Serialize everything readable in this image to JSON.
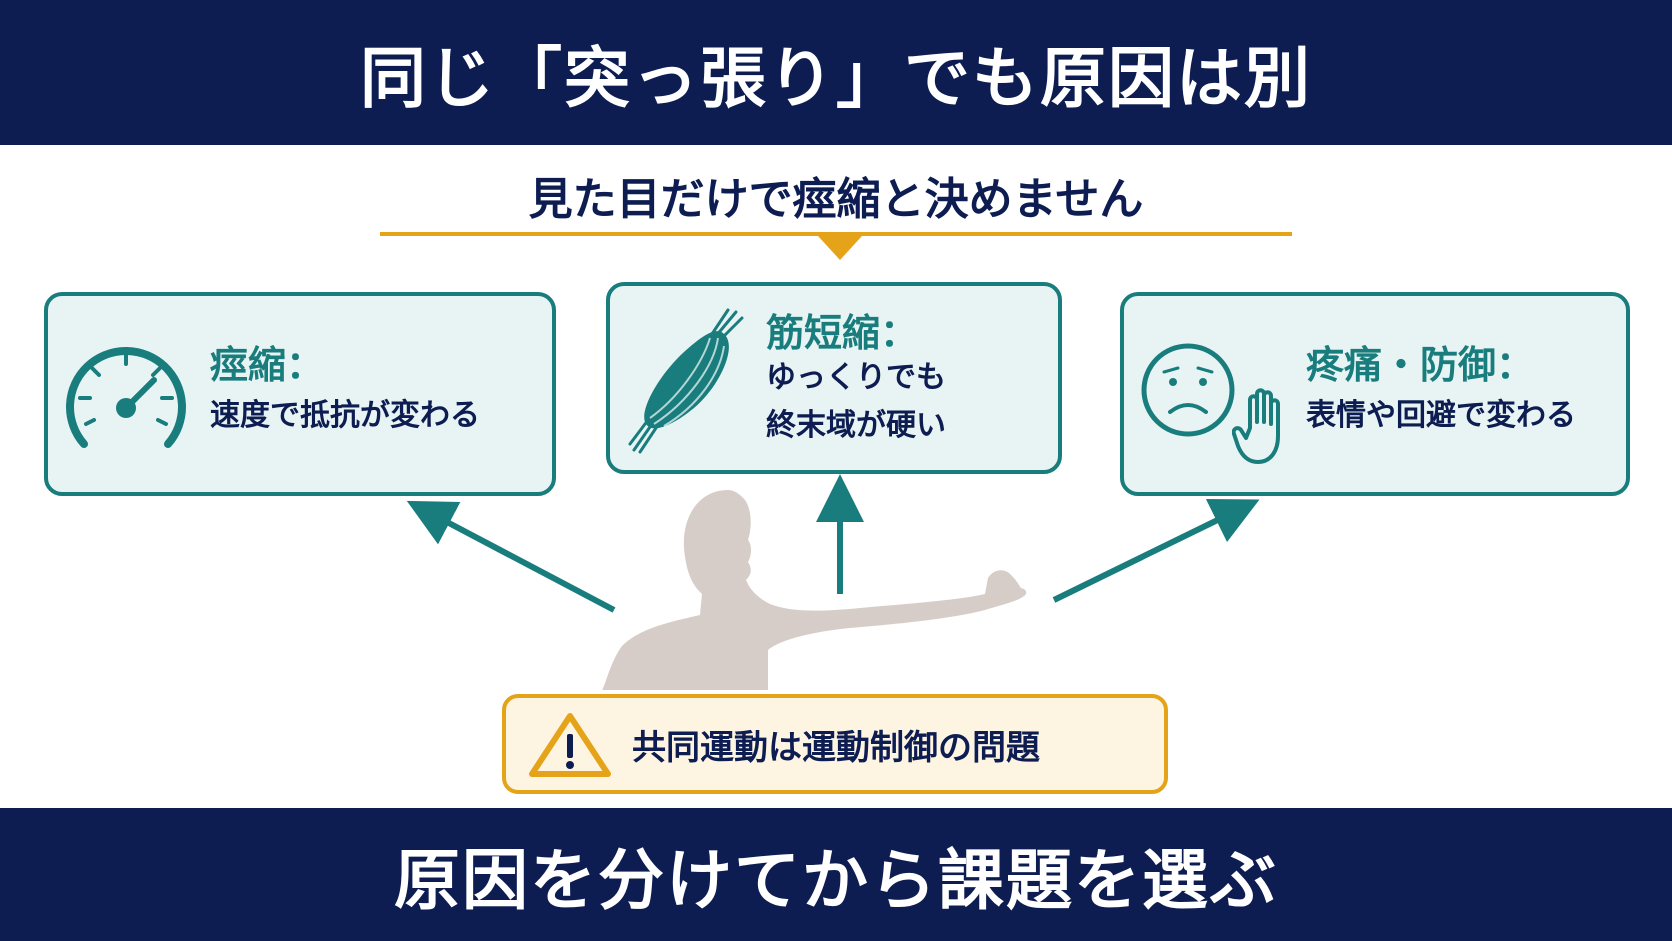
{
  "header": {
    "title": "同じ「突っ張り」でも原因は別"
  },
  "subtitle": {
    "text": "見た目だけで痙縮と決めません"
  },
  "cards": [
    {
      "title": "痙縮：",
      "desc": [
        "速度で抵抗が変わる"
      ],
      "icon": "speedometer-icon"
    },
    {
      "title": "筋短縮：",
      "desc": [
        "ゆっくりでも",
        "終末域が硬い"
      ],
      "icon": "muscle-icon"
    },
    {
      "title": "疼痛・防御：",
      "desc": [
        "表情や回避で変わる"
      ],
      "icon": "sad-face-icon"
    }
  ],
  "warning": {
    "text": "共同運動は運動制御の問題",
    "icon": "warning-icon"
  },
  "footer": {
    "text": "原因を分けてから課題を選ぶ"
  },
  "colors": {
    "navy": "#0d1d52",
    "teal": "#1a7d7d",
    "gold": "#e4a319",
    "silhouette": "#d6cdc8",
    "card_bg": "#e8f4f4"
  }
}
